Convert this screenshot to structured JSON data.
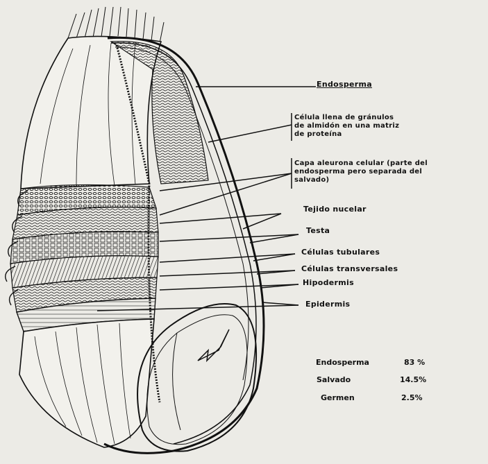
{
  "labels": {
    "endosperma": "Endosperma",
    "celula_llena": "Célula llena de gránulos\nde almidón en una matriz\nde proteína",
    "capa_aleurona": "Capa aleurona celular (parte del\nendosperma pero separada del\nsalvado)",
    "tejido_nucelar": "Tejido nucelar",
    "testa": "Testa",
    "celulas_tubulares": "Células tubulares",
    "celulas_transversales": "Células transversales",
    "hipodermis": "Hipodermis",
    "epidermis": "Epidermis"
  },
  "composition": [
    {
      "name": "Endosperma",
      "value": "83 %"
    },
    {
      "name": "Salvado",
      "value": "14.5%"
    },
    {
      "name": "Germen",
      "value": "2.5%"
    }
  ]
}
